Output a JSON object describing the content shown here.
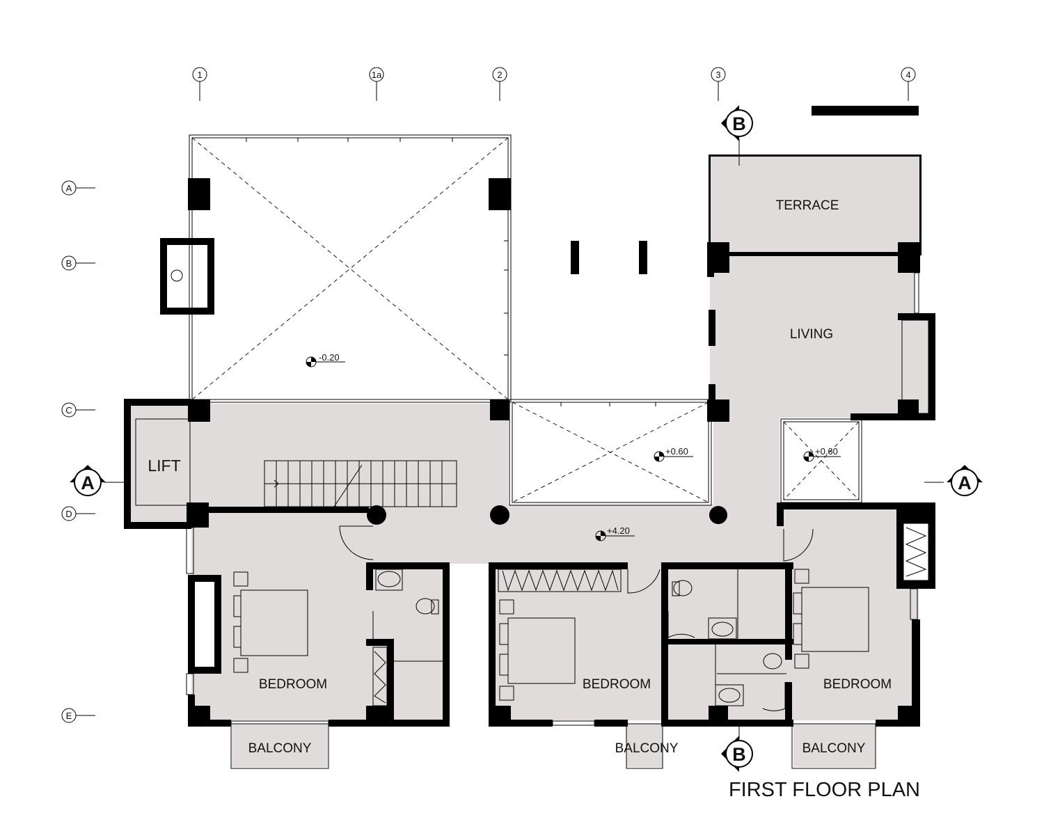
{
  "title": "FIRST FLOOR PLAN",
  "grid": {
    "columns": [
      "1",
      "1a",
      "2",
      "3",
      "4"
    ],
    "rows": [
      "A",
      "B",
      "C",
      "D",
      "E"
    ]
  },
  "sections": {
    "a": "A",
    "b": "B"
  },
  "rooms": {
    "terrace": "TERRACE",
    "living": "LIVING",
    "lift": "LIFT",
    "bedroom_left": "BEDROOM",
    "bedroom_middle": "BEDROOM",
    "bedroom_right": "BEDROOM",
    "balcony_left": "BALCONY",
    "balcony_middle": "BALCONY",
    "balcony_right": "BALCONY"
  },
  "levels": {
    "void_main": "-0.20",
    "void_court": "+0.60",
    "void_small": "+0.60",
    "hall": "+4.20"
  },
  "colors": {
    "wall": "#000000",
    "floor": "#e1dcdc",
    "background": "#ffffff"
  }
}
